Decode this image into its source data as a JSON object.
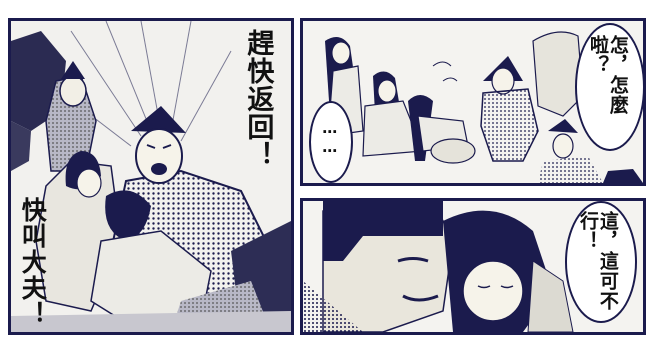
{
  "colors": {
    "ink": "#1b1b4d",
    "paper": "#f4f3f0",
    "screentone": "#9a9aae"
  },
  "panels": [
    {
      "id": "panel-1",
      "dialogue": [
        "趕快返回！",
        "快叫大夫！"
      ]
    },
    {
      "id": "panel-2",
      "dialogue": [
        "怎，怎麼啦？",
        "……"
      ]
    },
    {
      "id": "panel-3",
      "dialogue": [
        "這，這可不行！"
      ]
    }
  ]
}
